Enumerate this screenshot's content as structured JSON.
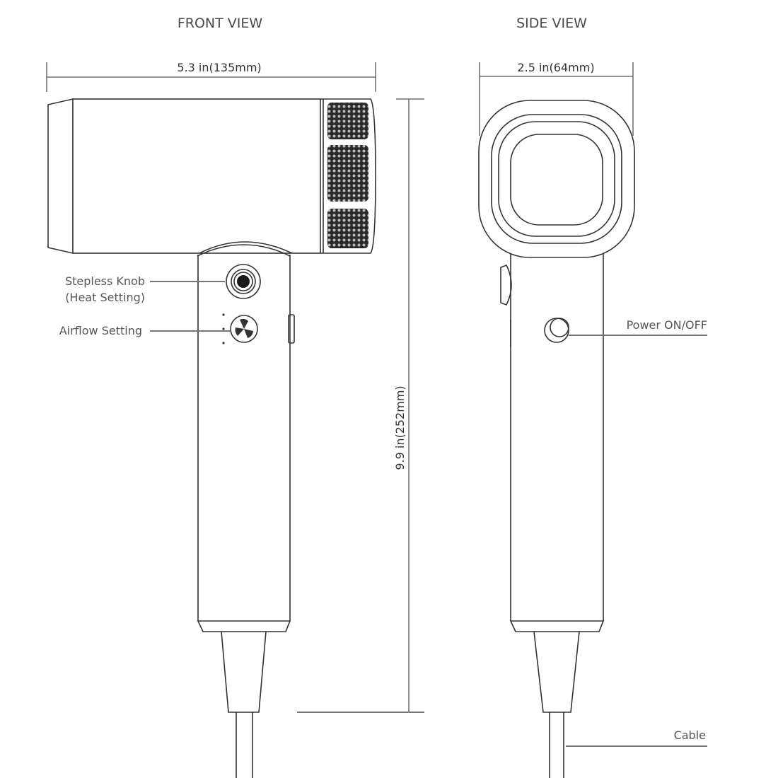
{
  "front_view": {
    "title": "FRONT VIEW",
    "width_dimension": "5.3 in(135mm)",
    "height_dimension": "9.9 in(252mm)",
    "labels": {
      "knob_line1": "Stepless Knob",
      "knob_line2": "(Heat Setting)",
      "airflow": "Airflow Setting"
    }
  },
  "side_view": {
    "title": "SIDE VIEW",
    "width_dimension": "2.5 in(64mm)",
    "labels": {
      "power": "Power ON/OFF",
      "cable": "Cable"
    }
  },
  "colors": {
    "line": "#333333",
    "text": "#4a4a4a"
  }
}
